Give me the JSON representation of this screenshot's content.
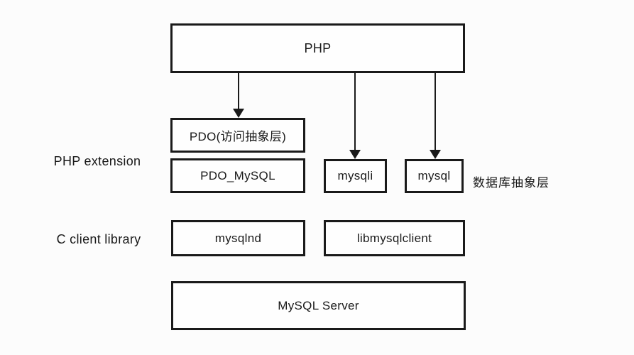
{
  "colors": {
    "background": "#fcfcfc",
    "line": "#1a1a1a",
    "box_fill": "#fefefe"
  },
  "boxes": {
    "php": "PHP",
    "pdo": "PDO(访问抽象层)",
    "pdo_mysql": "PDO_MySQL",
    "mysqli": "mysqli",
    "mysql": "mysql",
    "mysqlnd": "mysqlnd",
    "libmysqlclient": "libmysqlclient",
    "mysql_server": "MySQL Server"
  },
  "labels": {
    "php_extension": "PHP extension",
    "c_client_library": "C client library",
    "db_abstraction": "数据库抽象层"
  },
  "arrows": [
    {
      "name": "php-to-pdo",
      "from": "PHP",
      "to": "PDO(访问抽象层)"
    },
    {
      "name": "php-to-mysqli",
      "from": "PHP",
      "to": "mysqli"
    },
    {
      "name": "php-to-mysql",
      "from": "PHP",
      "to": "mysql"
    }
  ]
}
